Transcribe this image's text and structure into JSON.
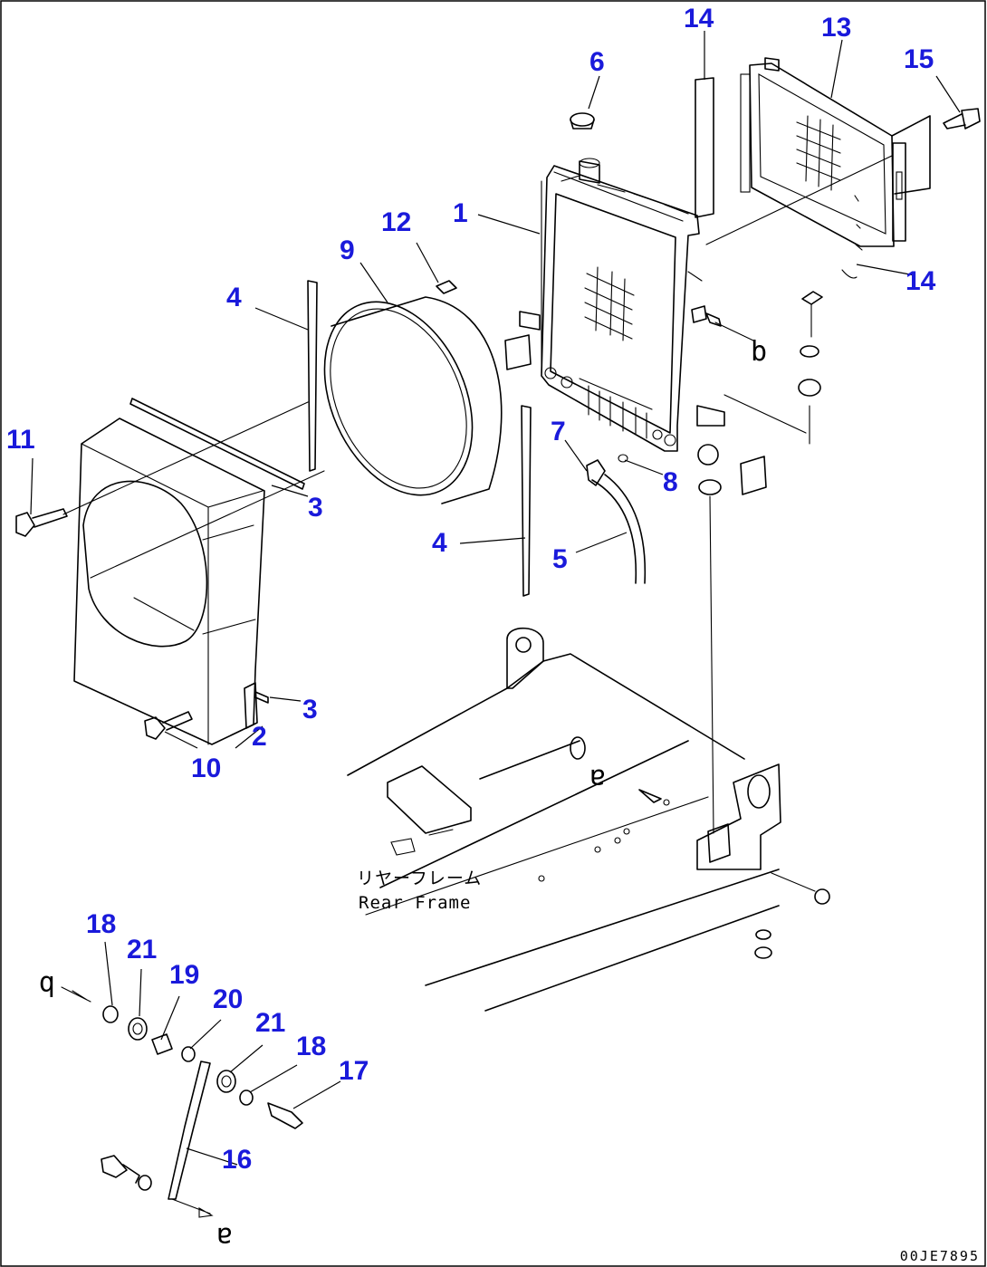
{
  "diagram": {
    "callouts": [
      "1",
      "2",
      "3",
      "3",
      "4",
      "4",
      "5",
      "6",
      "7",
      "8",
      "9",
      "10",
      "11",
      "12",
      "13",
      "14",
      "14",
      "15",
      "16",
      "17",
      "18",
      "18",
      "19",
      "20",
      "21",
      "21"
    ],
    "connection_letters": [
      "a",
      "a",
      "b",
      "b"
    ],
    "frame_label_jp": "リヤーフレーム",
    "frame_label_en": "Rear Frame",
    "drawing_code": "00JE7895"
  },
  "colors": {
    "callout": "#1a1adb",
    "line": "#000000",
    "background": "#ffffff"
  }
}
